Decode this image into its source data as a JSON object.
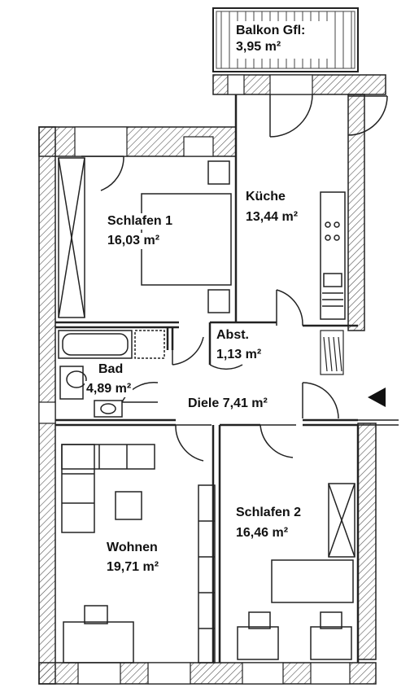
{
  "plan": {
    "entrance_icon": "entrance-triangle",
    "colors": {
      "wall": "#222222",
      "hatch": "#555555",
      "line": "#333333"
    },
    "rooms": {
      "balkon": {
        "name": "Balkon Gfl:",
        "area": "3,95 m²"
      },
      "kueche": {
        "name": "Küche",
        "area": "13,44 m²"
      },
      "schlafen1": {
        "name": "Schlafen 1",
        "area": "16,03 m²"
      },
      "abst": {
        "name": "Abst.",
        "area": "1,13 m²"
      },
      "bad": {
        "name": "Bad",
        "area": "4,89 m²"
      },
      "diele": {
        "name": "Diele",
        "area": "7,41 m²"
      },
      "schlafen2": {
        "name": "Schlafen 2",
        "area": "16,46 m²"
      },
      "wohnen": {
        "name": "Wohnen",
        "area": "19,71 m²"
      }
    }
  }
}
